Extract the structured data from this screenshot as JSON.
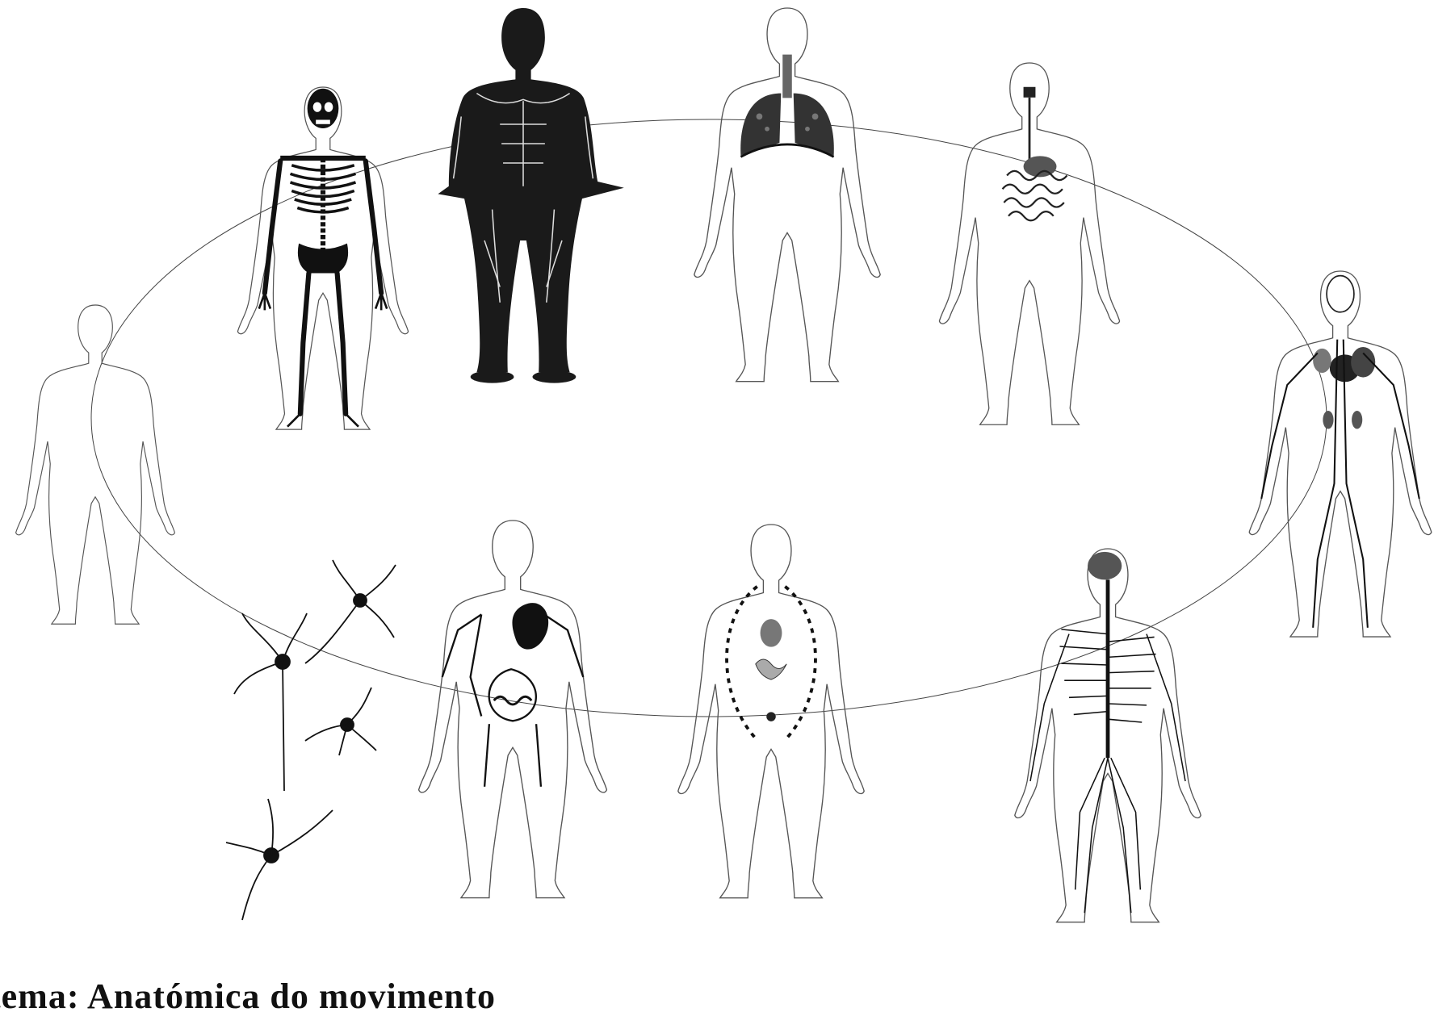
{
  "caption": "tema: Anatómica do movimento",
  "colors": {
    "ink": "#111111",
    "outline": "#555555",
    "background": "#ffffff"
  },
  "figures": [
    {
      "name": "figure-outline-body",
      "depicts": "body outline"
    },
    {
      "name": "figure-skeletal-system",
      "depicts": "skeleton"
    },
    {
      "name": "figure-muscular-system",
      "depicts": "muscles"
    },
    {
      "name": "figure-respiratory-system",
      "depicts": "lungs"
    },
    {
      "name": "figure-digestive-system",
      "depicts": "digestive tract"
    },
    {
      "name": "figure-circulatory-system",
      "depicts": "blood vessels and organs"
    },
    {
      "name": "figure-nervous-system",
      "depicts": "brain, spinal cord and nerves"
    },
    {
      "name": "figure-excretory-system",
      "depicts": "stomach and intestines"
    },
    {
      "name": "figure-lymphatic-system",
      "depicts": "heart and lymph vessels"
    },
    {
      "name": "figure-neurons",
      "depicts": "neuron cells"
    }
  ]
}
